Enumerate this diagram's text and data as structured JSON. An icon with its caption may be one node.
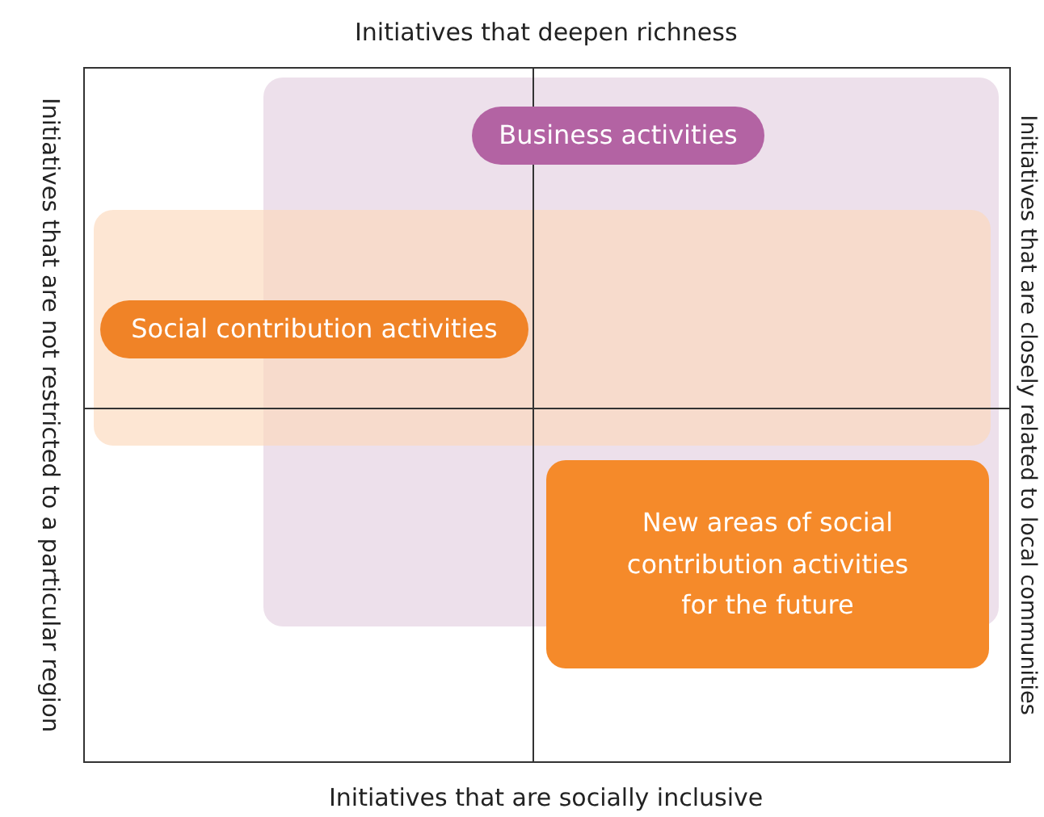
{
  "diagram": {
    "nodes": [
      {
        "text": [
          "Business activities"
        ]
      },
      {
        "text": [
          "Social contribution activities"
        ]
      },
      {
        "text": [
          "New areas of social contribution activities for the future"
        ]
      }
    ],
    "labels": [
      "Initiatives that deepen richness",
      "Initiatives that are not restricted to a particular region",
      "Initiatives that are closely related to local communities",
      "Initiatives that are socially inclusive"
    ]
  }
}
